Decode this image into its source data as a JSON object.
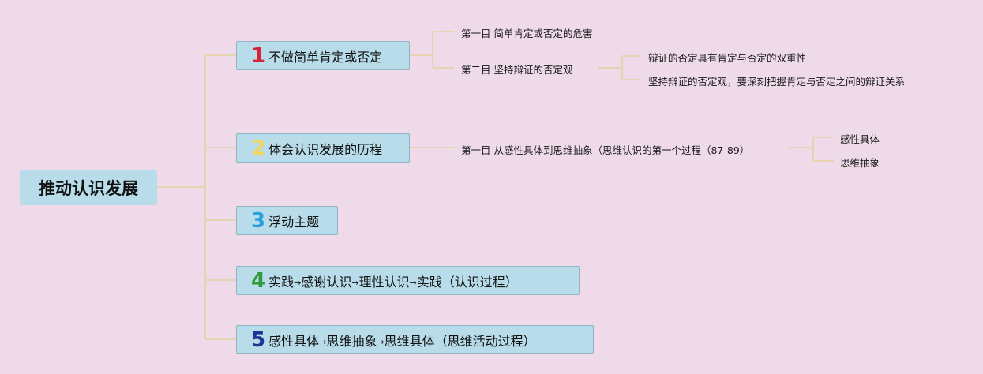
{
  "root": {
    "label": "推动认识发展"
  },
  "branches": [
    {
      "number": "1",
      "label": "不做简单肯定或否定",
      "color": "#d9213a",
      "children": [
        {
          "label": "第一目 简单肯定或否定的危害"
        },
        {
          "label": "第二目 坚持辩证的否定观",
          "children": [
            {
              "label": "辩证的否定具有肯定与否定的双重性"
            },
            {
              "label": "坚持辩证的否定观，要深刻把握肯定与否定之间的辩证关系"
            }
          ]
        }
      ]
    },
    {
      "number": "2",
      "label": "体会认识发展的历程",
      "color": "#f2d65b",
      "children": [
        {
          "label": "第一目 从感性具体到思维抽象（思维认识的第一个过程（87-89）",
          "children": [
            {
              "label": "感性具体"
            },
            {
              "label": "思维抽象"
            }
          ]
        }
      ]
    },
    {
      "number": "3",
      "label": "浮动主题",
      "color": "#2a9fe0"
    },
    {
      "number": "4",
      "segments": [
        "实践",
        "感谢认识",
        "理性认识",
        "实践（认识过程）"
      ],
      "arrow": "→",
      "color": "#2f9a37"
    },
    {
      "number": "5",
      "segments": [
        "感性具体",
        "思维抽象",
        "思维具体（思维活动过程）"
      ],
      "arrow": "→",
      "color": "#1f3593"
    }
  ]
}
